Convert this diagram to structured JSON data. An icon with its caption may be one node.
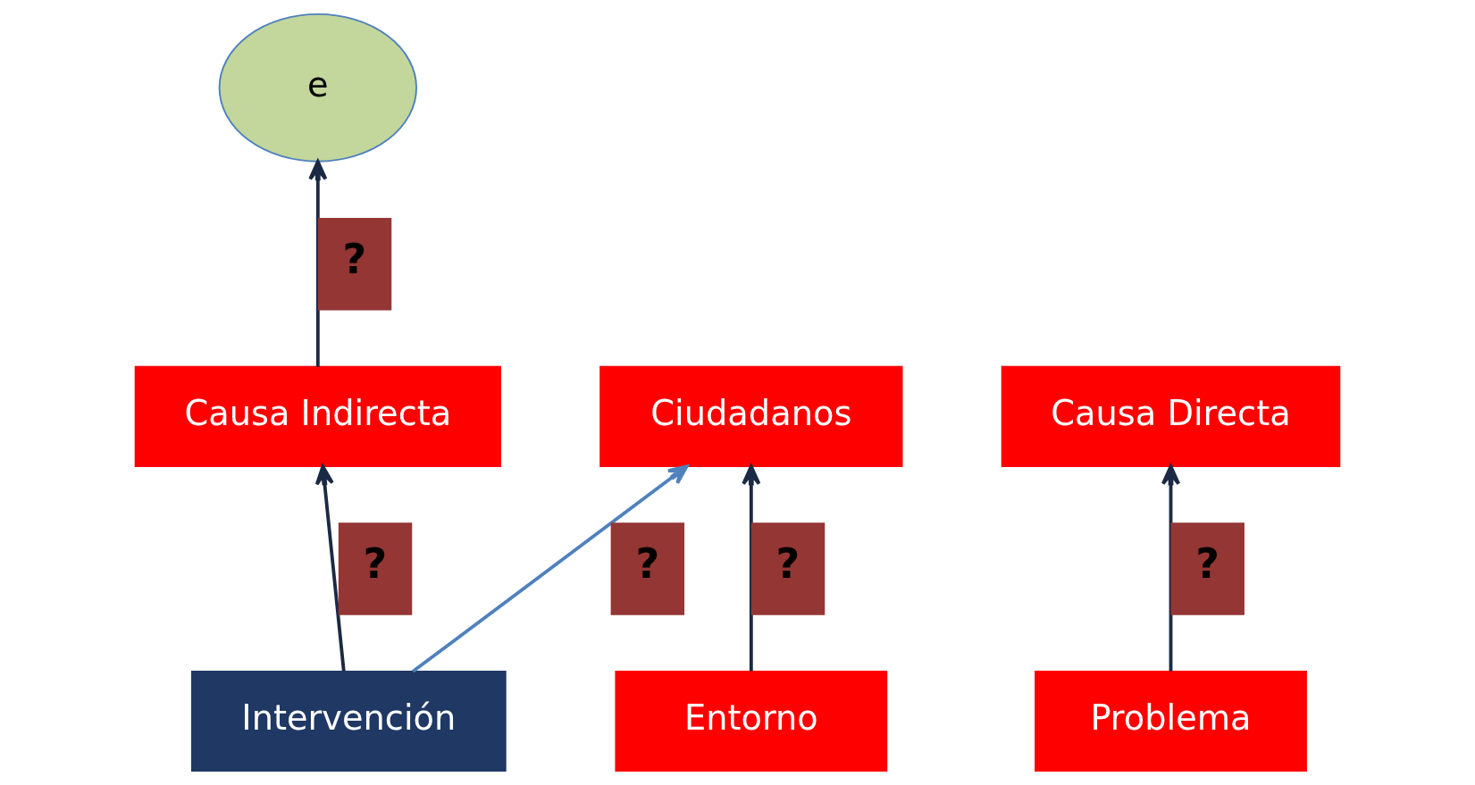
{
  "diagram": {
    "nodes": [
      {
        "text": [
          "Ciudadanos"
        ]
      },
      {
        "text": [
          "Causa Directa"
        ]
      },
      {
        "text": [
          "Intervención"
        ]
      },
      {
        "text": [
          "Entorno"
        ]
      },
      {
        "text": [
          "e"
        ]
      },
      {
        "text": [
          "Causa Indirecta"
        ]
      },
      {
        "text": [
          "Problema"
        ]
      }
    ],
    "edges": [
      {
        "from": 2,
        "to": 0,
        "arrow": "to",
        "label": "?",
        "color": "#4f81bd"
      },
      {
        "from": 3,
        "to": 0,
        "arrow": "to",
        "label": "?"
      },
      {
        "from": 6,
        "to": 1,
        "arrow": "to",
        "label": "?"
      },
      {
        "from": 2,
        "to": 5,
        "arrow": "to",
        "label": "?"
      },
      {
        "from": 5,
        "to": 4,
        "arrow": "to",
        "label": "?"
      }
    ]
  }
}
